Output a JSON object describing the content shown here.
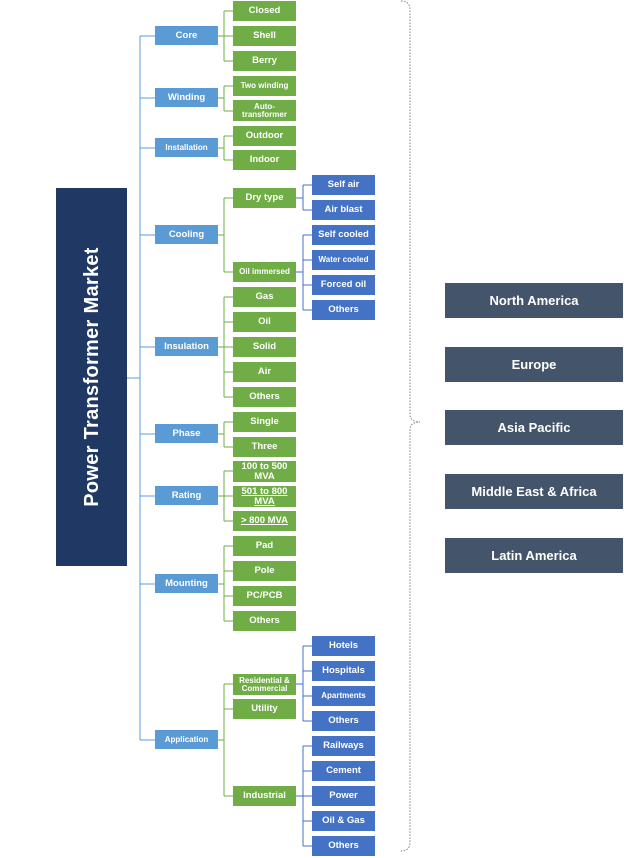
{
  "root": {
    "label": "Power Transformer Market"
  },
  "categories": {
    "core": {
      "label": "Core",
      "options": [
        "Closed",
        "Shell",
        "Berry"
      ]
    },
    "winding": {
      "label": "Winding",
      "options": [
        "Two winding",
        "Auto-transformer"
      ]
    },
    "installation": {
      "label": "Installation",
      "options": [
        "Outdoor",
        "Indoor"
      ]
    },
    "cooling": {
      "label": "Cooling",
      "dry_type": {
        "label": "Dry type",
        "options": [
          "Self air",
          "Air blast"
        ]
      },
      "oil_immersed": {
        "label": "Oil immersed",
        "options": [
          "Self cooled",
          "Water cooled",
          "Forced oil",
          "Others"
        ]
      }
    },
    "insulation": {
      "label": "Insulation",
      "options": [
        "Gas",
        "Oil",
        "Solid",
        "Air",
        "Others"
      ]
    },
    "phase": {
      "label": "Phase",
      "options": [
        "Single",
        "Three"
      ]
    },
    "rating": {
      "label": "Rating",
      "options": [
        "100 to 500 MVA",
        "501 to 800 MVA",
        "> 800 MVA"
      ]
    },
    "mounting": {
      "label": "Mounting",
      "options": [
        "Pad",
        "Pole",
        "PC/PCB",
        "Others"
      ]
    },
    "application": {
      "label": "Application",
      "residential": {
        "label": "Residential & Commercial",
        "options": [
          "Hotels",
          "Hospitals",
          "Apartments",
          "Others"
        ]
      },
      "utility": {
        "label": "Utility"
      },
      "industrial": {
        "label": "Industrial",
        "options": [
          "Railways",
          "Cement",
          "Power",
          "Oil & Gas",
          "Others"
        ]
      }
    }
  },
  "regions": [
    "North America",
    "Europe",
    "Asia Pacific",
    "Middle East & Africa",
    "Latin America"
  ],
  "colors": {
    "root": "#1f3864",
    "category": "#5b9bd5",
    "option": "#70ad47",
    "sub_option": "#4472c4",
    "region": "#44546a",
    "connector": "#5b9bd5",
    "brace": "#808080"
  }
}
